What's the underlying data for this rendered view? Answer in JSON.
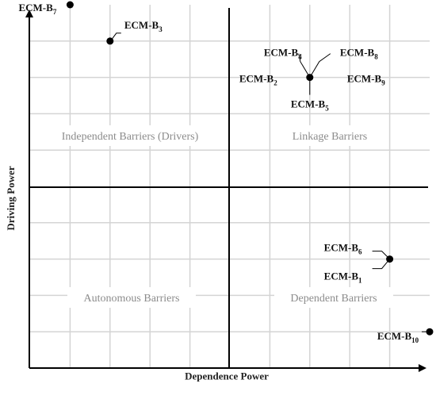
{
  "chart_data": {
    "type": "scatter",
    "xlabel": "Dependence Power",
    "ylabel": "Driving Power",
    "xlim": [
      0,
      10
    ],
    "ylim": [
      0,
      10
    ],
    "grid": true,
    "quadrants": {
      "top_left": "Independent Barriers (Drivers)",
      "top_right": "Linkage Barriers",
      "bottom_left": "Autonomous Barriers",
      "bottom_right": "Dependent Barriers"
    },
    "points": [
      {
        "x": 1,
        "y": 10,
        "labels": [
          {
            "base": "ECM-B",
            "sub": "7"
          }
        ]
      },
      {
        "x": 2,
        "y": 9,
        "labels": [
          {
            "base": "ECM-B",
            "sub": "3"
          }
        ]
      },
      {
        "x": 7,
        "y": 8,
        "labels": [
          {
            "base": "ECM-B",
            "sub": "4"
          },
          {
            "base": "ECM-B",
            "sub": "8"
          },
          {
            "base": "ECM-B",
            "sub": "2"
          },
          {
            "base": "ECM-B",
            "sub": "9"
          },
          {
            "base": "ECM-B",
            "sub": "5"
          }
        ]
      },
      {
        "x": 9,
        "y": 3,
        "labels": [
          {
            "base": "ECM-B",
            "sub": "6"
          },
          {
            "base": "ECM-B",
            "sub": "1"
          }
        ]
      },
      {
        "x": 10,
        "y": 1,
        "labels": [
          {
            "base": "ECM-B",
            "sub": "10"
          }
        ]
      }
    ]
  }
}
